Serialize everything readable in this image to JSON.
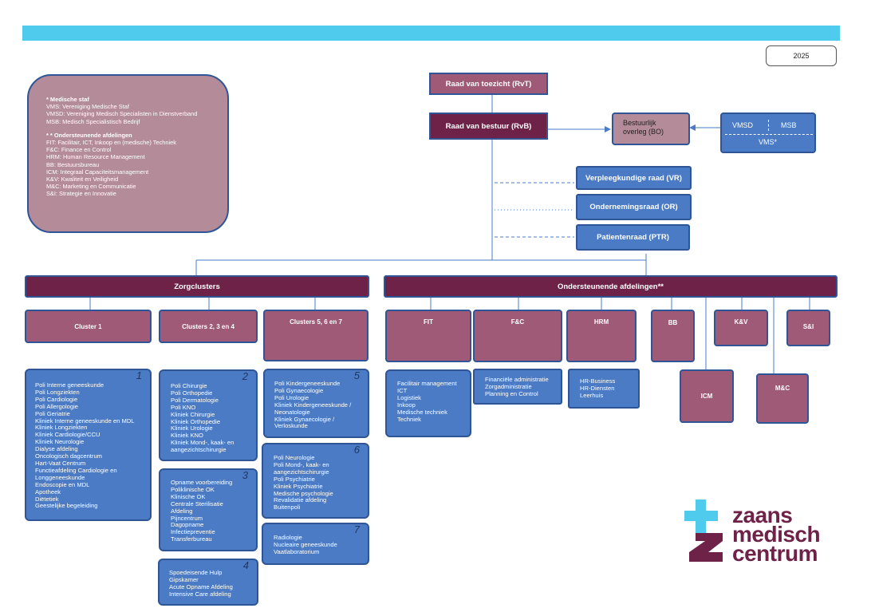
{
  "year": "2025",
  "legend": {
    "medische_staf_title": "* Medische staf",
    "medische_staf_items": [
      "VMS: Vereniging Medische Staf",
      "VMSD: Vereniging Medisch Specialisten in Dienstverband",
      "MSB: Medisch Specialistisch Bedrijf"
    ],
    "ondersteunend_title": "* * Ondersteunende afdelingen",
    "ondersteunend_items": [
      "FIT: Facilitair, ICT, Inkoop en (medische) Techniek",
      "F&C: Finance en Control",
      "HRM: Human Resource Management",
      "BB: Bestuursbureau",
      "ICM: Integraal Capaciteitsmanagement",
      "K&V: Kwaliteit en Veiligheid",
      "M&C: Marketing en Communicatie",
      "S&I: Strategie en Innovatie"
    ]
  },
  "governance": {
    "rvt": "Raad van toezicht (RvT)",
    "rvb": "Raad van bestuur (RvB)",
    "bo": "Bestuurlijk overleg (BO)",
    "vmsd": "VMSD",
    "msb": "MSB",
    "vms": "VMS*",
    "vr": "Verpleegkundige raad (VR)",
    "or": "Ondernemingsraad (OR)",
    "ptr": "Patientenraad (PTR)"
  },
  "zorgclusters": {
    "title": "Zorgclusters",
    "headers": [
      "Cluster 1",
      "Clusters 2, 3 en 4",
      "Clusters 5, 6 en 7"
    ],
    "lists": [
      {
        "num": "1",
        "items": [
          "Poli Interne geneeskunde",
          "Poli Longziekten",
          "Poli Cardiologie",
          "Poli Allergologie",
          "Poli Geriatrie",
          "Kliniek Interne geneeskunde en MDL",
          "Kliniek Longziekten",
          "Kliniek Cardiologie/CCU",
          "Kliniek Neurologie",
          "Dialyse afdeling",
          "Oncologisch dagcentrum",
          "Hart-Vaat Centrum",
          "Functieafdeling Cardiologie en",
          "Longgeneeskunde",
          "Endoscopie en MDL",
          "Apotheek",
          "Diëtetiek",
          "Geestelijke begeleiding"
        ]
      },
      {
        "num": "2",
        "items": [
          "Poli Chirurgie",
          "Poli Orthopedie",
          "Poli Dermatologie",
          "Poli KNO",
          "Kliniek Chirurgie",
          "Kliniek Orthopedie",
          "Kliniek Urologie",
          "Kliniek KNO",
          "Kliniek Mond-, kaak- en",
          "aangezichtschirurgie"
        ]
      },
      {
        "num": "3",
        "items": [
          "Opname voorbereiding",
          "Poliklinische OK",
          "Klinische OK",
          "Centrale Sterilisatie",
          "Afdeling",
          "Pijncentrum",
          "Dagopname",
          "Infectiepreventie",
          "Transferbureau"
        ]
      },
      {
        "num": "4",
        "items": [
          "Spoedeisende Hulp",
          "Gipskamer",
          "Acute Opname Afdeling",
          "Intensive Care afdeling"
        ]
      },
      {
        "num": "5",
        "items": [
          "Poli Kindergeneeskunde",
          "Poli Gynaecologie",
          "Poli Urologie",
          "Kliniek Kindergeneeskunde /",
          "Neonatologie",
          "Kliniek Gynaecologie /",
          "Verloskunde"
        ]
      },
      {
        "num": "6",
        "items": [
          "Poli Neurologie",
          "Poli Mond-, kaak- en",
          "aangezichtschirurgie",
          "Poli Psychiatrie",
          "Kliniek Psychiatrie",
          "Medische psychologie",
          "Revalidatie afdeling",
          "Buitenpoli"
        ]
      },
      {
        "num": "7",
        "items": [
          "Radiologie",
          "Nucleaire geneeskunde",
          "Vaatlaboratorium"
        ]
      }
    ]
  },
  "ondersteunend": {
    "title": "Ondersteunende afdelingen**",
    "fit": "FIT",
    "fc": "F&C",
    "hrm": "HRM",
    "bb": "BB",
    "kv": "K&V",
    "si": "S&I",
    "icm": "ICM",
    "mc": "M&C",
    "fit_items": [
      "Facilitair management",
      "ICT",
      "Logistiek",
      "Inkoop",
      "Medische techniek",
      "Techniek"
    ],
    "fc_items": [
      "Financiële administratie",
      "Zorgadministratie",
      "Planning en Control"
    ],
    "hrm_items": [
      "HR-Business",
      "HR-Diensten",
      "Leerhuis"
    ]
  },
  "logo": {
    "line1": "zaans",
    "line2": "medisch",
    "line3": "centrum"
  },
  "colors": {
    "accent": "#4fcbee",
    "maroon": "#6e2248",
    "mauve": "#9e5a76",
    "blue": "#4a7bc4",
    "border": "#2f5597"
  }
}
